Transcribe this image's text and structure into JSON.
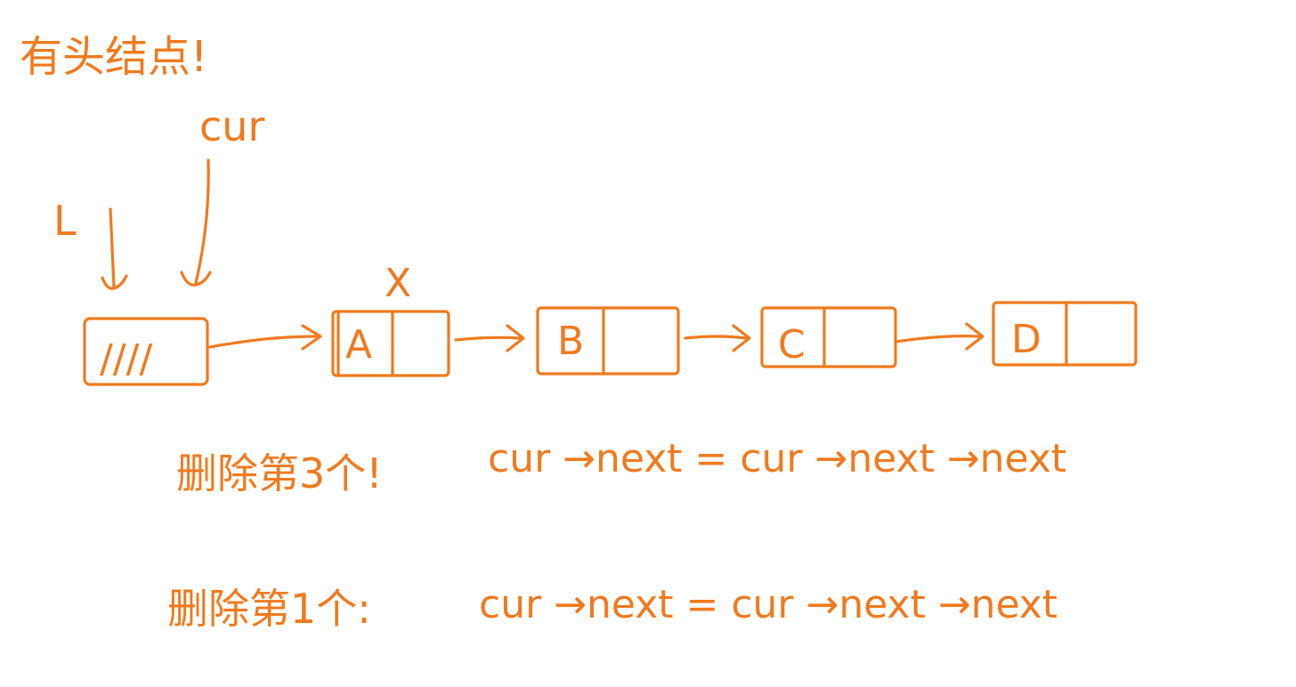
{
  "colors": {
    "ink": "#f07a1e",
    "background": "#ffffff"
  },
  "title": "有头结点!",
  "pointers": {
    "head": "L",
    "cursor": "cur"
  },
  "mark_above_node_a": "X",
  "head_node": {
    "data": "////"
  },
  "nodes": [
    {
      "data": "A"
    },
    {
      "data": "B"
    },
    {
      "data": "C"
    },
    {
      "data": "D"
    }
  ],
  "notes": [
    {
      "label": "删除第3个!",
      "code": "cur →next = cur →next →next"
    },
    {
      "label": "删除第1个:",
      "code": "cur →next = cur →next →next"
    }
  ]
}
